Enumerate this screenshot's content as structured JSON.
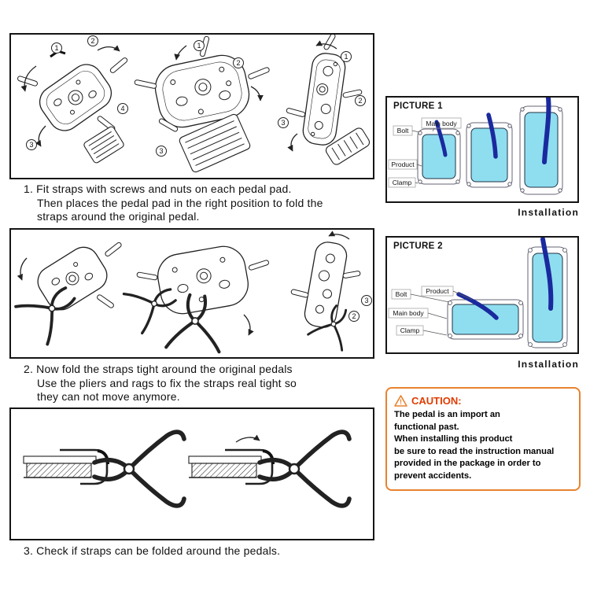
{
  "steps": {
    "s1": [
      "1. Fit straps with screws and nuts on each pedal pad.",
      "Then places the pedal pad in the right position to fold the",
      "straps around the original pedal."
    ],
    "s2": [
      "2. Now fold the straps tight around the original pedals",
      "Use the pliers and rags to fix the straps real tight so",
      "they can not move anymore."
    ],
    "s3": [
      "3. Check if straps can be folded around the pedals."
    ]
  },
  "pictures": {
    "p1": {
      "title": "PICTURE 1",
      "caption": "Installation",
      "labels": {
        "bolt": "Bolt",
        "main_body": "Main body",
        "product": "Product",
        "clamp": "Clamp"
      }
    },
    "p2": {
      "title": "PICTURE 2",
      "caption": "Installation",
      "labels": {
        "bolt": "Bolt",
        "product": "Product",
        "main_body": "Main body",
        "clamp": "Clamp"
      }
    }
  },
  "caution": {
    "icon": "!",
    "title": "CAUTION:",
    "lines": [
      "The pedal is an import an",
      "functional past.",
      "When installing this product",
      "be sure to read the instruction manual",
      "provided in the package in order to",
      "prevent accidents."
    ]
  },
  "markers": {
    "b1_left": [
      "1",
      "2",
      "3",
      "4"
    ],
    "b1_mid": [
      "1",
      "2",
      "3"
    ],
    "b1_right": [
      "1",
      "2",
      "3"
    ],
    "b2_right": [
      "2",
      "3"
    ]
  },
  "colors": {
    "caution_border": "#e8832f",
    "caution_title": "#e03c00",
    "pedal_fill": "#8fdef0",
    "strap": "#1a2a9e"
  }
}
